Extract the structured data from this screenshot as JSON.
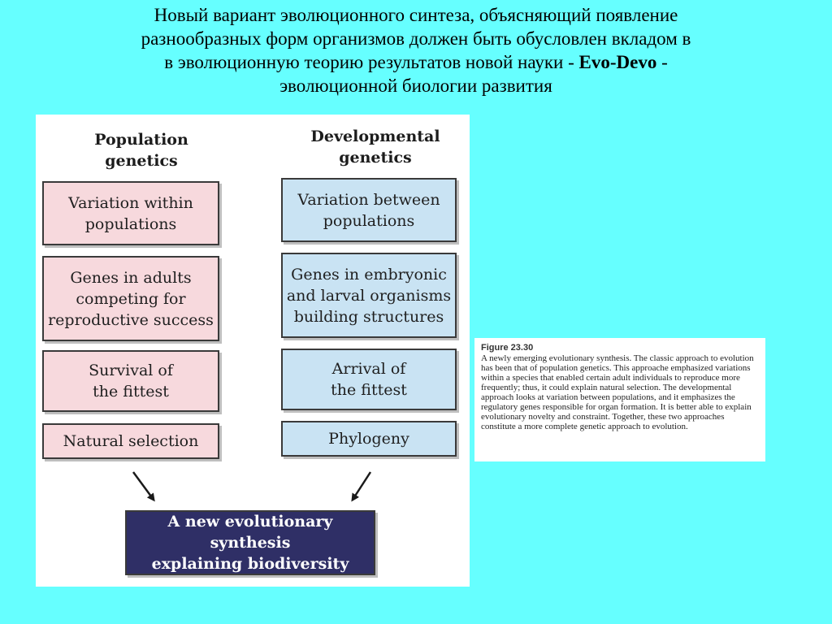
{
  "slide": {
    "title_lines": [
      "Новый вариант эволюционного синтеза, объясняющий появление",
      "разнообразных форм организмов должен быть обусловлен вкладом  в",
      "в эволюционную теорию результатов новой науки - "
    ],
    "title_bold": "Evo-Devo",
    "title_tail": "  -",
    "title_last": "эволюционной биологии развития",
    "background_color": "#66FFFF"
  },
  "diagram": {
    "left_heading": "Population\ngenetics",
    "right_heading": "Developmental\ngenetics",
    "left_boxes": [
      "Variation within\npopulations",
      "Genes in adults\ncompeting for\nreproductive success",
      "Survival of\nthe fittest",
      "Natural selection"
    ],
    "right_boxes": [
      "Variation between\npopulations",
      "Genes in embryonic\nand larval organisms\nbuilding structures",
      "Arrival of\nthe fittest",
      "Phylogeny"
    ],
    "synthesis": "A new evolutionary synthesis\nexplaining biodiversity",
    "colors": {
      "population_box": "#F7D9DD",
      "developmental_box": "#C9E3F3",
      "synthesis_box": "#2F2F66"
    }
  },
  "caption": {
    "label": "Figure 23.30",
    "text": "A newly emerging evolutionary synthesis. The classic approach to evolution has been that of population genetics. This approache emphasized variations within a species that enabled certain adult individuals to reproduce more frequently; thus, it could explain natural selection. The developmental approach looks at variation between populations, and it emphasizes the regulatory genes responsible for organ formation. It is better able to explain evolutionary novelty and constraint. Together, these two approaches constitute a more complete genetic approach to evolution."
  }
}
